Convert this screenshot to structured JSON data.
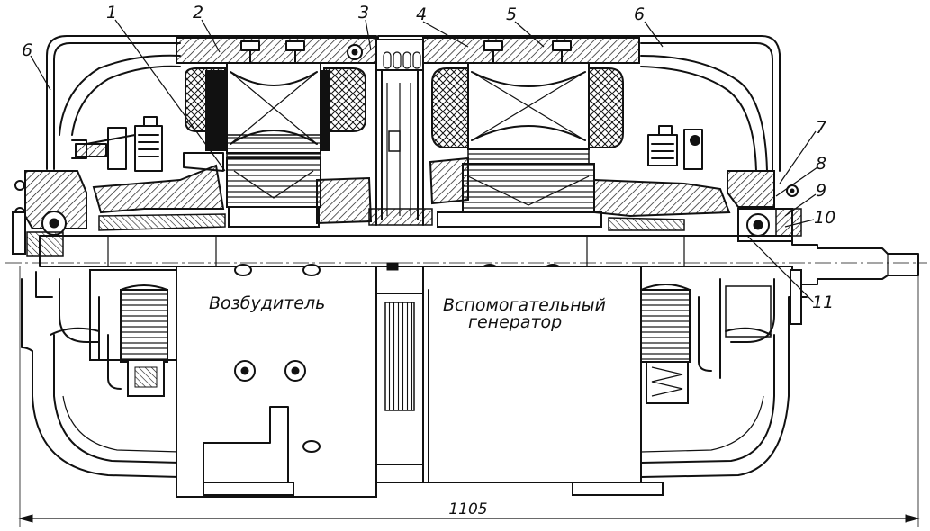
{
  "callouts": [
    "1",
    "2",
    "3",
    "4",
    "5",
    "6",
    "6",
    "7",
    "8",
    "9",
    "10",
    "11"
  ],
  "labels": {
    "exciter": "Возбудитель",
    "aux_generator_line1": "Вспомогательный",
    "aux_generator_line2": "генератор"
  },
  "dimension": "1105"
}
